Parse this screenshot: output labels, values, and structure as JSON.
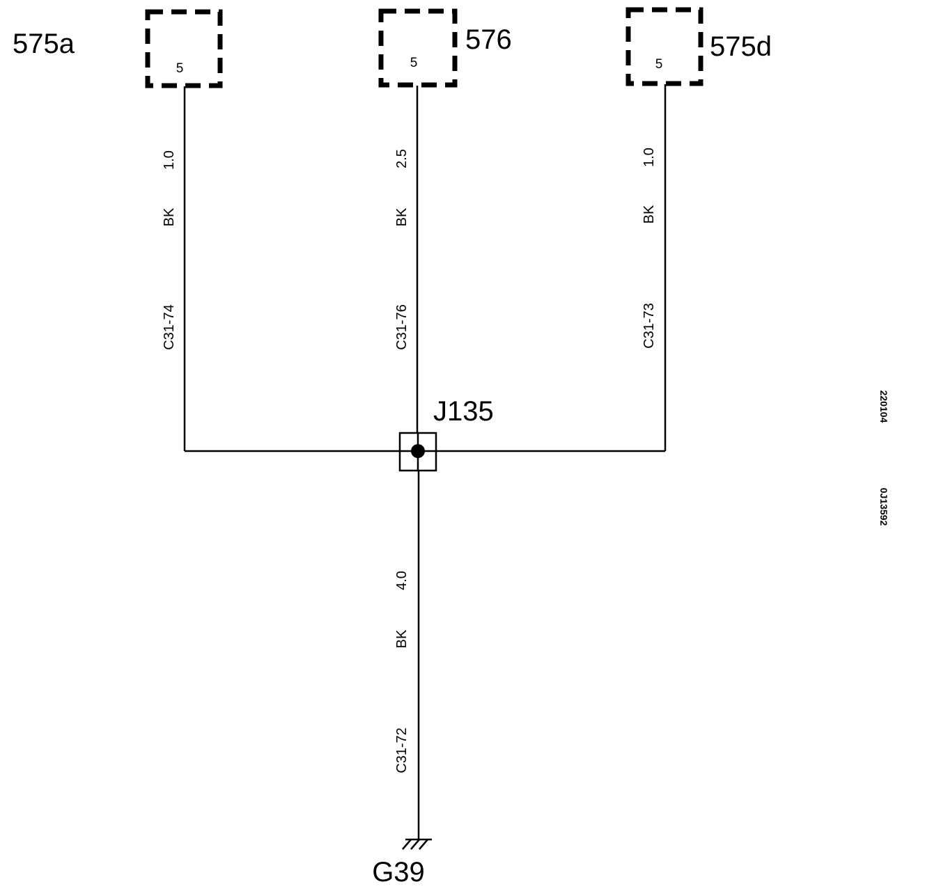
{
  "connectors": [
    {
      "id": "575a",
      "pin": "5"
    },
    {
      "id": "576",
      "pin": "5"
    },
    {
      "id": "575d",
      "pin": "5"
    }
  ],
  "wires": [
    {
      "gauge": "1.0",
      "color": "BK",
      "circuit": "C31-74"
    },
    {
      "gauge": "2.5",
      "color": "BK",
      "circuit": "C31-76"
    },
    {
      "gauge": "1.0",
      "color": "BK",
      "circuit": "C31-73"
    },
    {
      "gauge": "4.0",
      "color": "BK",
      "circuit": "C31-72"
    }
  ],
  "junction": {
    "id": "J135"
  },
  "ground": {
    "id": "G39"
  },
  "side_refs": [
    "220104",
    "0J13592"
  ]
}
